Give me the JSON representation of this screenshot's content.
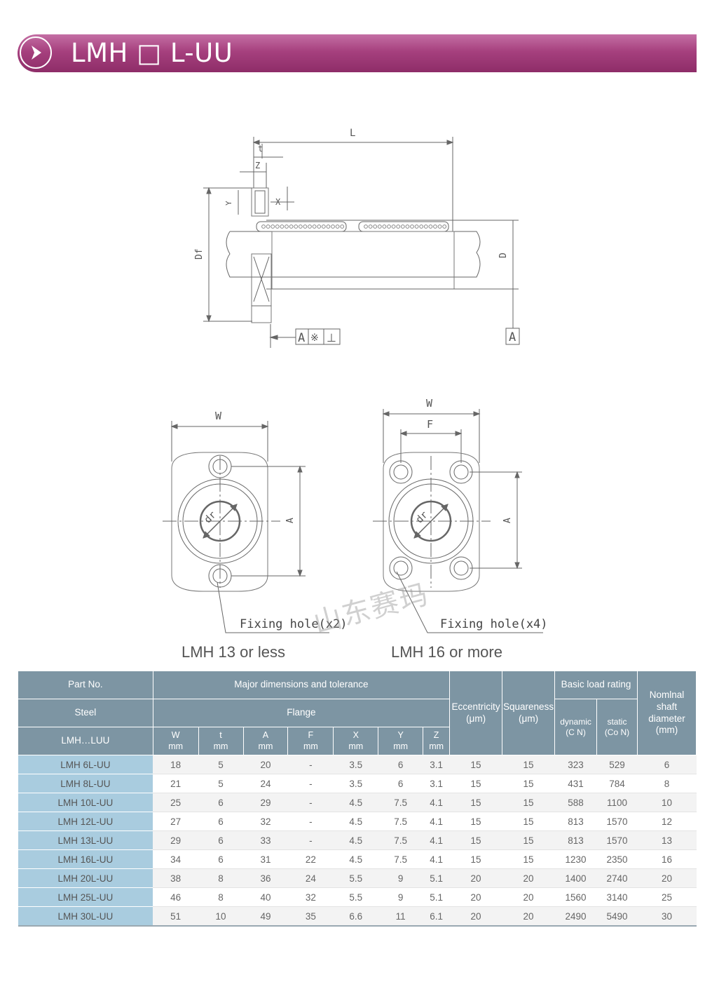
{
  "header": {
    "title": "LMH □ L-UU"
  },
  "drawing_top": {
    "labels": {
      "L": "L",
      "t": "t",
      "Z": "Z",
      "Y": "Y",
      "X": "X",
      "Df": "Df",
      "D": "D",
      "A": "A"
    },
    "tolerance_frame": [
      "A",
      "※",
      "⊥"
    ],
    "datum": "A"
  },
  "drawing_left": {
    "W": "W",
    "dr": "dr",
    "A": "A",
    "fixing_hole": "Fixing hole(x2)",
    "caption": "LMH 13 or less"
  },
  "drawing_right": {
    "W": "W",
    "F": "F",
    "dr": "dr",
    "A": "A",
    "fixing_hole": "Fixing hole(x4)",
    "caption": "LMH 16 or more"
  },
  "watermark": "山东赛玛",
  "table": {
    "headers": {
      "part_no": "Part No.",
      "major": "Major dimensions and tolerance",
      "steel": "Steel",
      "flange": "Flange",
      "eccentricity": "Eccentricity",
      "eccentricity_unit": "(μm)",
      "squareness": "Squareness",
      "squareness_unit": "(μm)",
      "basic_load": "Basic load rating",
      "dynamic": "dynamic",
      "dynamic_unit": "(C N)",
      "static": "static",
      "static_unit": "(Co N)",
      "nominal": "Nomlnal shaft diameter (mm)",
      "lmh": "LMH…LUU",
      "cols": [
        {
          "name": "W",
          "unit": "mm"
        },
        {
          "name": "t",
          "unit": "mm"
        },
        {
          "name": "A",
          "unit": "mm"
        },
        {
          "name": "F",
          "unit": "mm"
        },
        {
          "name": "X",
          "unit": "mm"
        },
        {
          "name": "Y",
          "unit": "mm"
        },
        {
          "name": "Z",
          "unit": "mm"
        }
      ]
    },
    "rows": [
      [
        "LMH 6L-UU",
        "18",
        "5",
        "20",
        "-",
        "3.5",
        "6",
        "3.1",
        "15",
        "15",
        "323",
        "529",
        "6"
      ],
      [
        "LMH 8L-UU",
        "21",
        "5",
        "24",
        "-",
        "3.5",
        "6",
        "3.1",
        "15",
        "15",
        "431",
        "784",
        "8"
      ],
      [
        "LMH 10L-UU",
        "25",
        "6",
        "29",
        "-",
        "4.5",
        "7.5",
        "4.1",
        "15",
        "15",
        "588",
        "1100",
        "10"
      ],
      [
        "LMH 12L-UU",
        "27",
        "6",
        "32",
        "-",
        "4.5",
        "7.5",
        "4.1",
        "15",
        "15",
        "813",
        "1570",
        "12"
      ],
      [
        "LMH 13L-UU",
        "29",
        "6",
        "33",
        "-",
        "4.5",
        "7.5",
        "4.1",
        "15",
        "15",
        "813",
        "1570",
        "13"
      ],
      [
        "LMH 16L-UU",
        "34",
        "6",
        "31",
        "22",
        "4.5",
        "7.5",
        "4.1",
        "15",
        "15",
        "1230",
        "2350",
        "16"
      ],
      [
        "LMH 20L-UU",
        "38",
        "8",
        "36",
        "24",
        "5.5",
        "9",
        "5.1",
        "20",
        "20",
        "1400",
        "2740",
        "20"
      ],
      [
        "LMH 25L-UU",
        "46",
        "8",
        "40",
        "32",
        "5.5",
        "9",
        "5.1",
        "20",
        "20",
        "1560",
        "3140",
        "25"
      ],
      [
        "LMH 30L-UU",
        "51",
        "10",
        "49",
        "35",
        "6.6",
        "11",
        "6.1",
        "20",
        "20",
        "2490",
        "5490",
        "30"
      ]
    ]
  }
}
